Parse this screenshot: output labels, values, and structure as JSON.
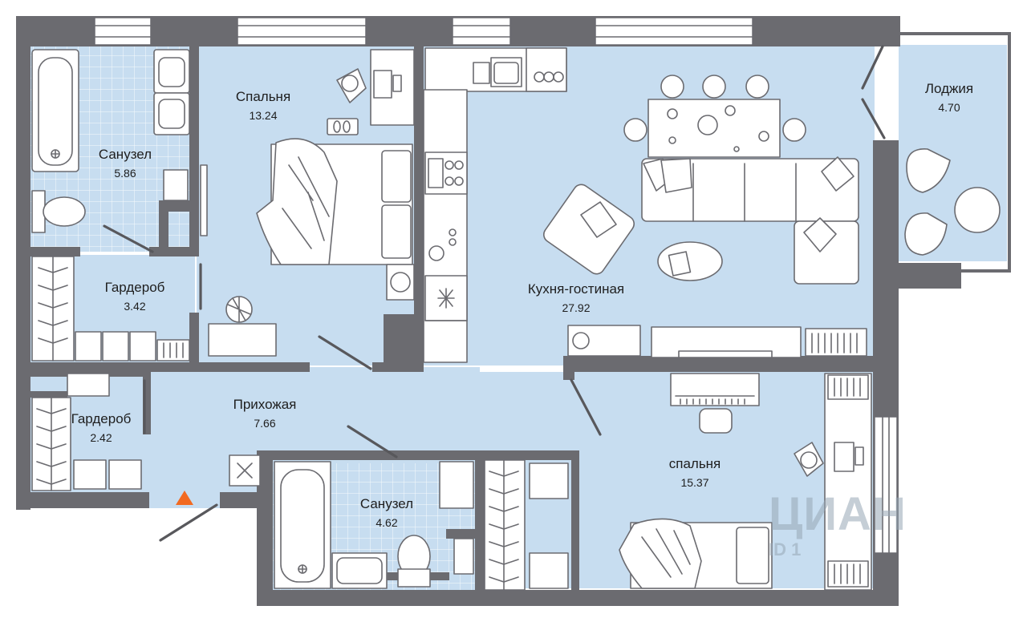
{
  "plan": {
    "rooms": [
      {
        "key": "bath1",
        "name": "Санузел",
        "area": "5.86"
      },
      {
        "key": "bed1",
        "name": "Спальня",
        "area": "13.24"
      },
      {
        "key": "living",
        "name": "Кухня-гостиная",
        "area": "27.92"
      },
      {
        "key": "loggia",
        "name": "Лоджия",
        "area": "4.70"
      },
      {
        "key": "ward1",
        "name": "Гардероб",
        "area": "3.42"
      },
      {
        "key": "ward2",
        "name": "Гардероб",
        "area": "2.42"
      },
      {
        "key": "hall",
        "name": "Прихожая",
        "area": "7.66"
      },
      {
        "key": "bath2",
        "name": "Санузел",
        "area": "4.62"
      },
      {
        "key": "bed2",
        "name": "спальня",
        "area": "15.37"
      }
    ],
    "entrance_marker_color": "#f26a21",
    "floor_color": "#c7ddf0",
    "wall_color": "#6b6b70"
  },
  "watermark": {
    "brand": "ЦИАН",
    "id_text": "ID 1"
  }
}
